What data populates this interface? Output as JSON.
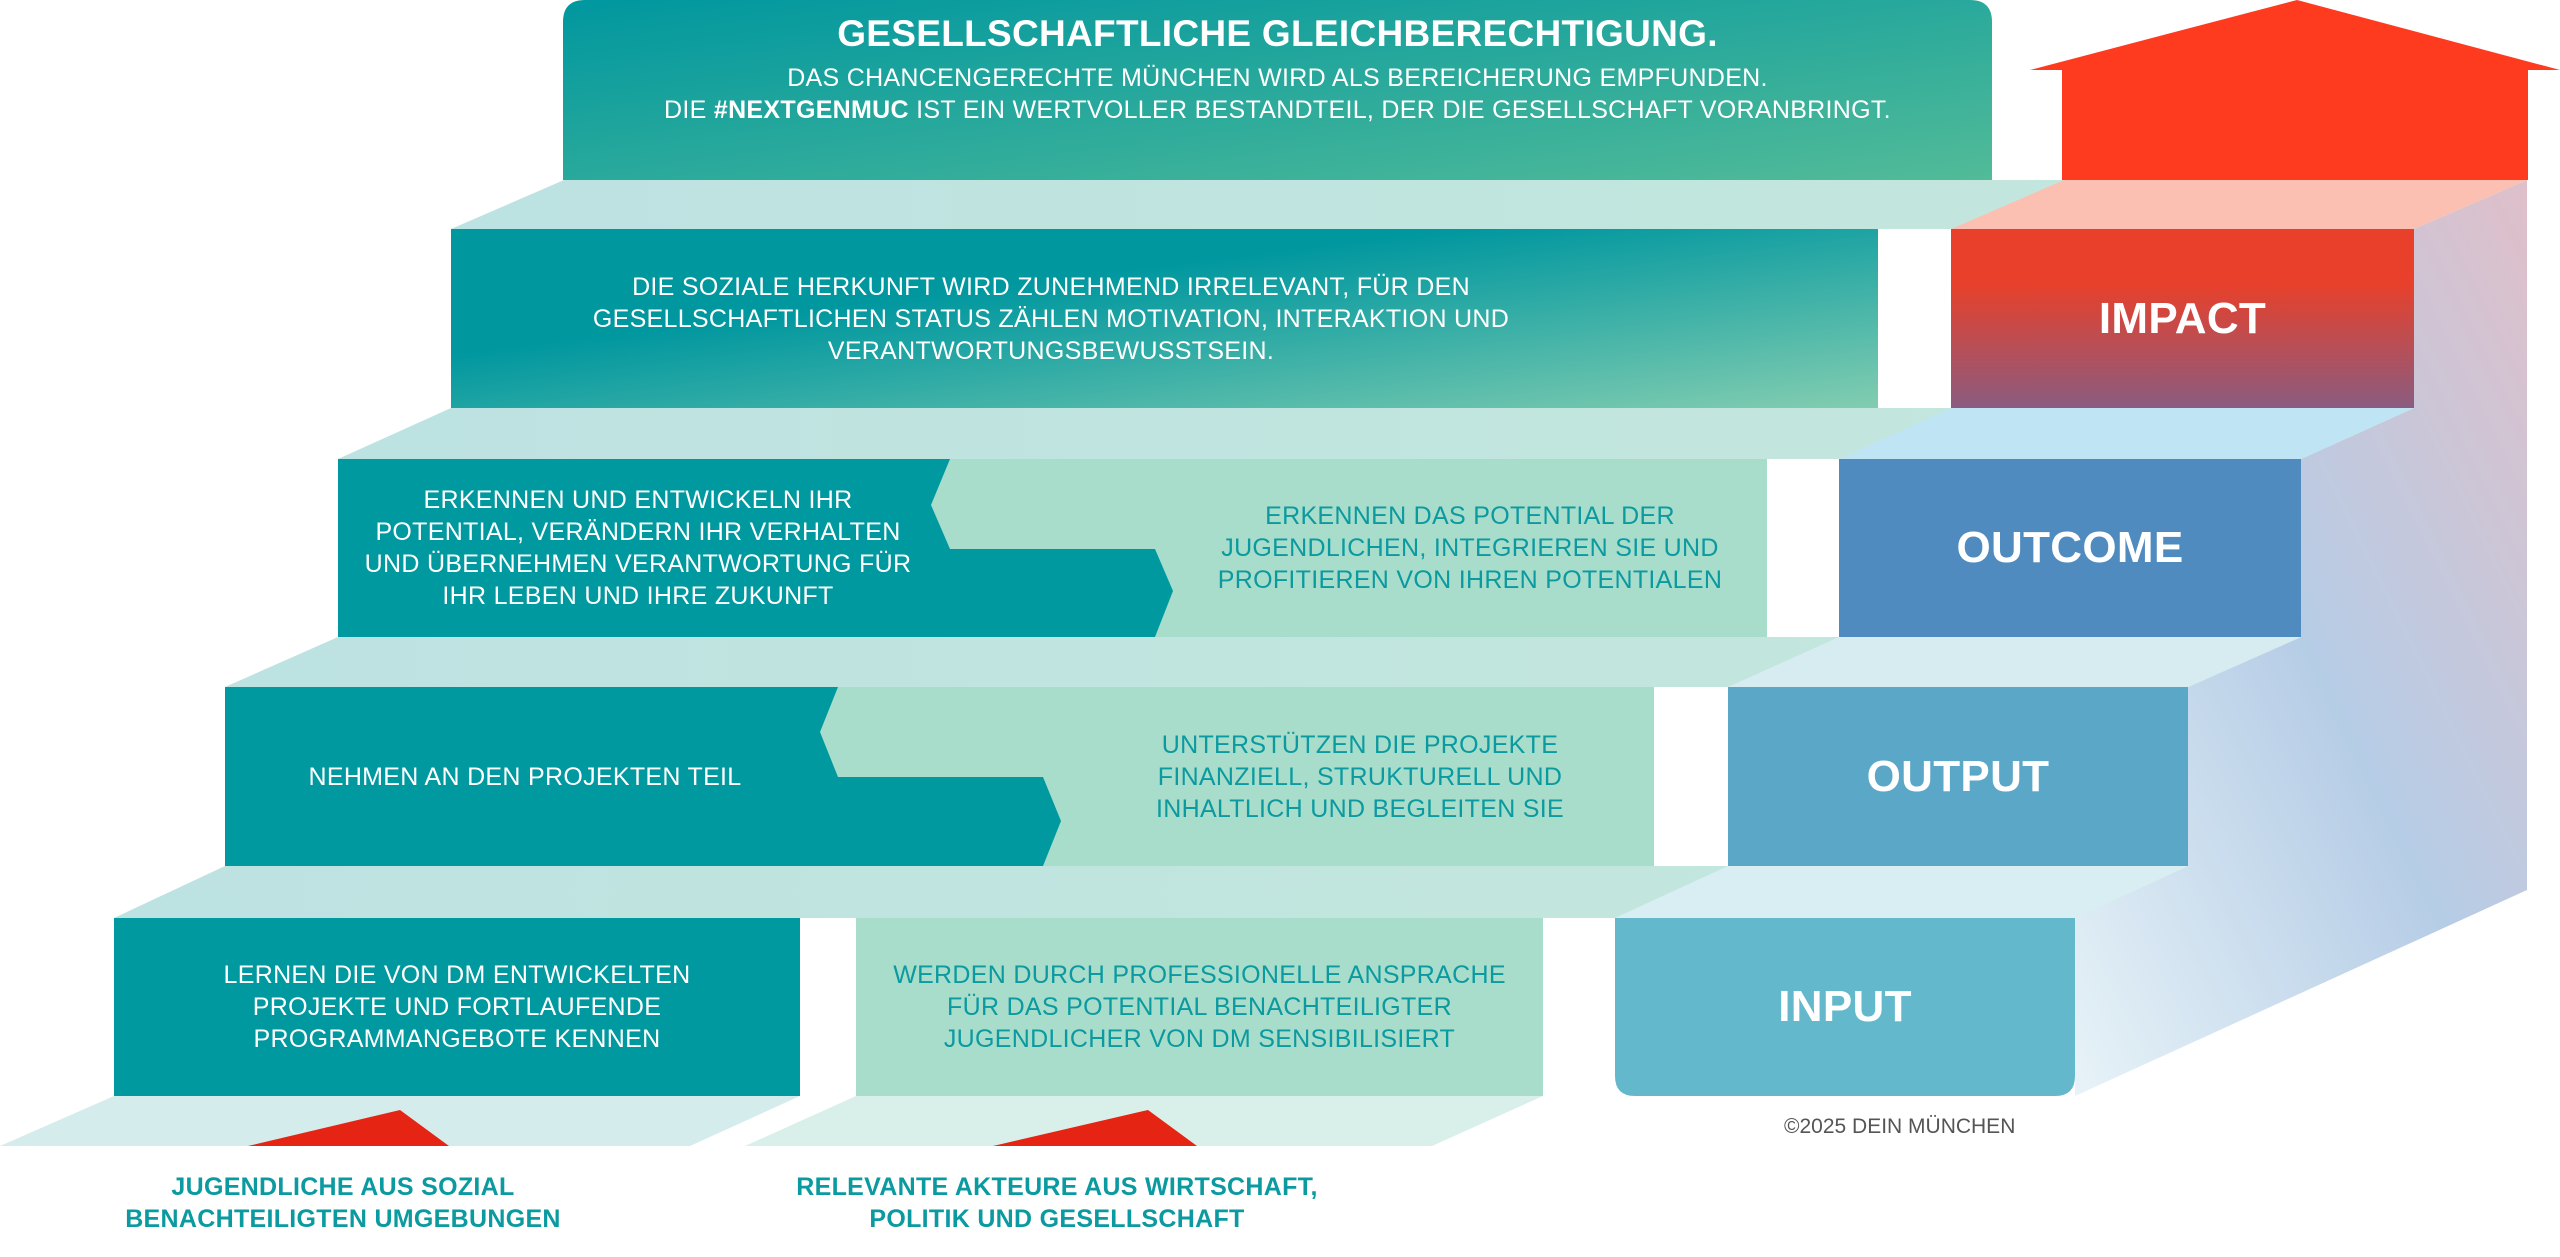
{
  "top": {
    "title": "GESELLSCHAFTLICHE GLEICHBERECHTIGUNG.",
    "line1": "DAS CHANCENGERECHTE MÜNCHEN WIRD ALS BEREICHERUNG EMPFUNDEN.",
    "line2_prefix": "DIE ",
    "line2_bold": "#NEXTGENMUC",
    "line2_suffix": " IST EIN WERTVOLLER BESTANDTEIL, DER DIE GESELLSCHAFT VORANBRINGT."
  },
  "steps": {
    "impact": {
      "label": "IMPACT",
      "text": [
        "DIE SOZIALE HERKUNFT WIRD ZUNEHMEND IRRELEVANT, FÜR DEN",
        "GESELLSCHAFTLICHEN STATUS ZÄHLEN MOTIVATION, INTERAKTION UND",
        "VERANTWORTUNGSBEWUSSTSEIN."
      ]
    },
    "outcome": {
      "label": "OUTCOME",
      "left": [
        "ERKENNEN UND ENTWICKELN IHR",
        "POTENTIAL, VERÄNDERN IHR VERHALTEN",
        "UND ÜBERNEHMEN VERANTWORTUNG FÜR",
        "IHR LEBEN  UND IHRE ZUKUNFT"
      ],
      "right": [
        "ERKENNEN DAS POTENTIAL DER",
        "JUGENDLICHEN, INTEGRIEREN SIE UND",
        "PROFITIEREN VON IHREN POTENTIALEN"
      ]
    },
    "output": {
      "label": "OUTPUT",
      "left": [
        "NEHMEN AN DEN PROJEKTEN TEIL"
      ],
      "right": [
        "UNTERSTÜTZEN DIE PROJEKTE",
        "FINANZIELL, STRUKTURELL UND",
        "INHALTLICH UND BEGLEITEN SIE"
      ]
    },
    "input": {
      "label": "INPUT",
      "left": [
        "LERNEN DIE VON DM ENTWICKELTEN",
        "PROJEKTE UND FORTLAUFENDE",
        "PROGRAMMANGEBOTE KENNEN"
      ],
      "right": [
        "WERDEN DURCH PROFESSIONELLE ANSPRACHE",
        "FÜR DAS POTENTIAL BENACHTEILIGTER",
        "JUGENDLICHER VON DM SENSIBILISIERT"
      ]
    }
  },
  "groups": {
    "youth": [
      "JUGENDLICHE AUS SOZIAL",
      "BENACHTEILIGTEN UMGEBUNGEN"
    ],
    "actors": [
      "RELEVANTE AKTEURE AUS WIRTSCHAFT,",
      "POLITIK UND GESELLSCHAFT"
    ]
  },
  "copyright": "©2025 DEIN MÜNCHEN",
  "colors": {
    "teal": "#0099a0",
    "mint": "#a8dccb",
    "impact": "#e8402a",
    "outcome": "#4f8bbf",
    "output": "#5ba7c7",
    "input": "#64b8cb",
    "arrow": "#ff3b1f"
  }
}
